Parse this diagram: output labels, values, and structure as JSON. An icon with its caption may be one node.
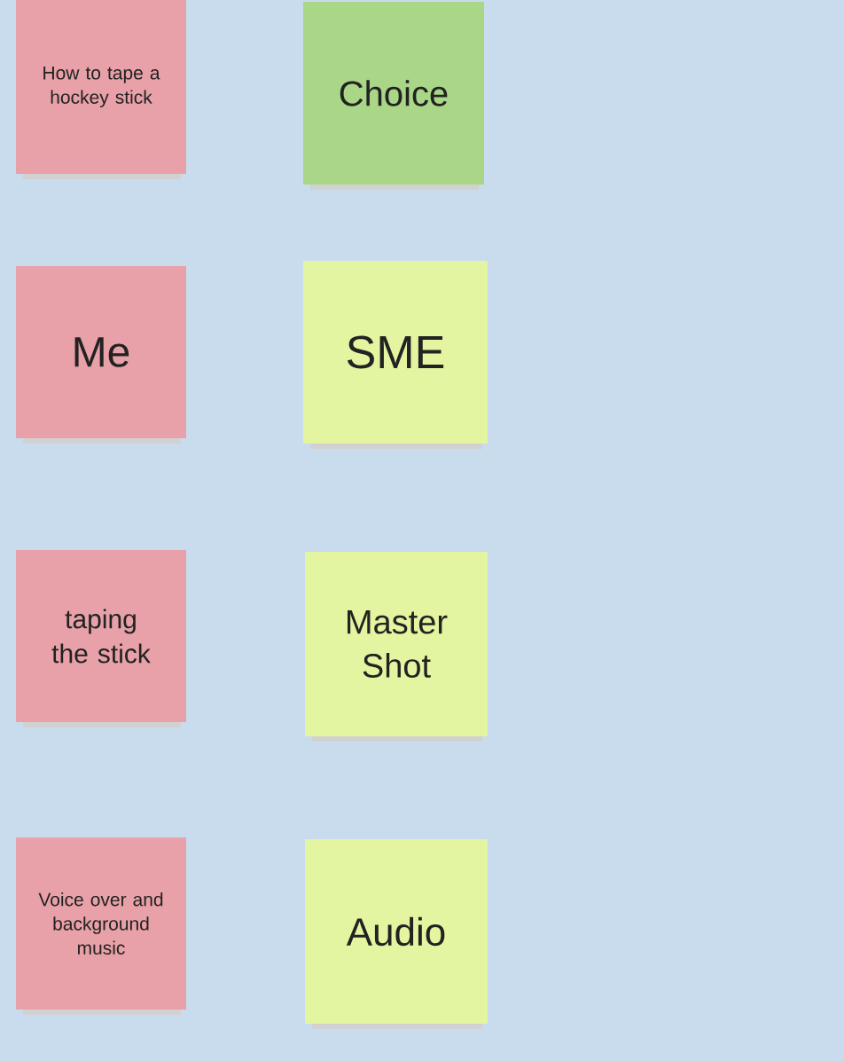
{
  "diagram": {
    "nodes": [
      {
        "text": [
          "How to tape a hockey stick"
        ]
      },
      {
        "text": [
          "Choice"
        ]
      },
      {
        "text": [
          "Me"
        ]
      },
      {
        "text": [
          "SME"
        ]
      },
      {
        "text": [
          "taping the stick"
        ]
      },
      {
        "text": [
          "Master Shot"
        ]
      },
      {
        "text": [
          "Voice over and background music"
        ]
      },
      {
        "text": [
          "Audio"
        ]
      }
    ]
  }
}
